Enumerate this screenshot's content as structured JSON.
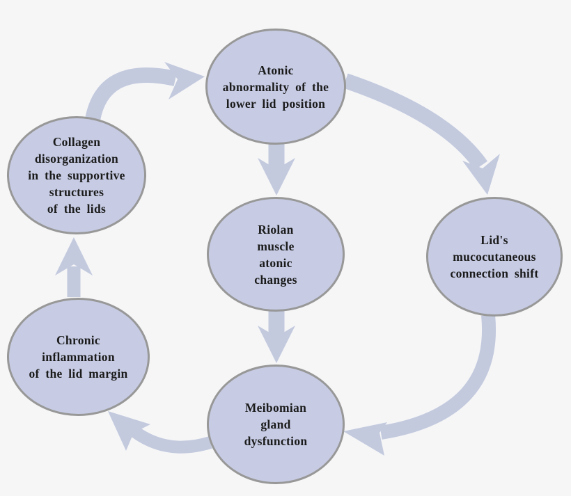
{
  "diagram": {
    "type": "cycle-flow-diagram",
    "nodes": [
      {
        "id": "atonic-abnormality",
        "label": "Atonic\nabnormality of the\nlower lid position"
      },
      {
        "id": "collagen-disorganization",
        "label": "Collagen\ndisorganization\nin the supportive\nstructures\nof the lids"
      },
      {
        "id": "riolan-muscle",
        "label": "Riolan\nmuscle\natonic\nchanges"
      },
      {
        "id": "lids-mucocutaneous",
        "label": "Lid's\nmucocutaneous\nconnection shift"
      },
      {
        "id": "chronic-inflammation",
        "label": "Chronic\ninflammation\nof the lid margin"
      },
      {
        "id": "meibomian-gland",
        "label": "Meibomian\ngland\ndysfunction"
      }
    ],
    "edges": [
      {
        "from": "collagen-disorganization",
        "to": "atonic-abnormality"
      },
      {
        "from": "atonic-abnormality",
        "to": "lids-mucocutaneous"
      },
      {
        "from": "atonic-abnormality",
        "to": "riolan-muscle"
      },
      {
        "from": "riolan-muscle",
        "to": "meibomian-gland"
      },
      {
        "from": "lids-mucocutaneous",
        "to": "meibomian-gland"
      },
      {
        "from": "meibomian-gland",
        "to": "chronic-inflammation"
      },
      {
        "from": "chronic-inflammation",
        "to": "collagen-disorganization"
      }
    ],
    "colors": {
      "background": "#f6f6f7",
      "node_fill": "#c7cce4",
      "node_border": "#989898",
      "arrow": "#c3cade",
      "text": "#1b1b1b"
    }
  }
}
